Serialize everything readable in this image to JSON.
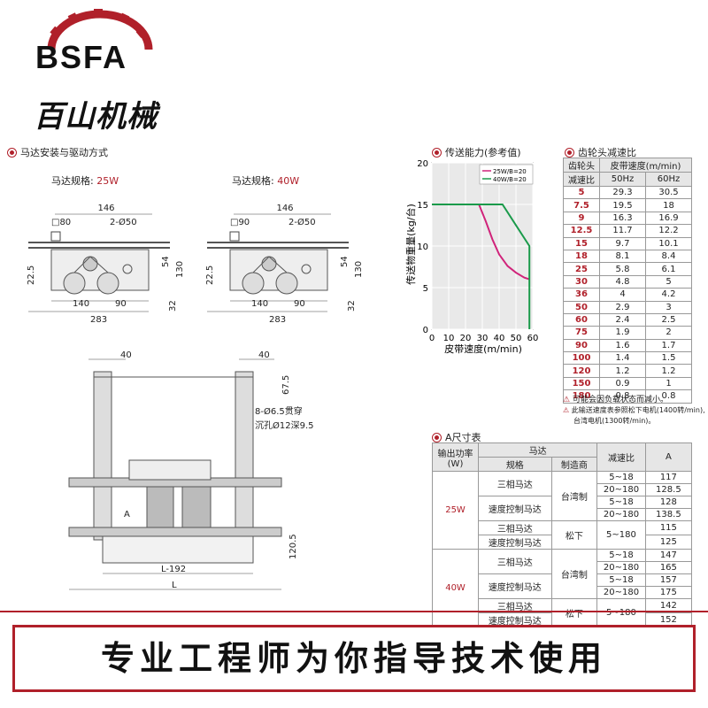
{
  "brand": {
    "name": "BSFA",
    "chinese_name": "百山机械",
    "accent": "#b0202a"
  },
  "section_motor": {
    "title": "马达安装与驱动方式",
    "left": {
      "spec_label": "马达规格:",
      "spec_value": "25W",
      "dims": [
        "146",
        "2-Ø50",
        "□80",
        "22.5",
        "54",
        "130",
        "140",
        "90",
        "283",
        "32"
      ]
    },
    "right": {
      "spec_label": "马达规格:",
      "spec_value": "40W",
      "dims": [
        "146",
        "2-Ø50",
        "□90",
        "22.5",
        "54",
        "130",
        "140",
        "90",
        "283",
        "32"
      ]
    }
  },
  "section_frame": {
    "dims": [
      "40",
      "40",
      "67.5",
      "A",
      "120.5",
      "L-192",
      "L"
    ],
    "hole_note_1": "8-Ø6.5贯穿",
    "hole_note_2": "沉孔Ø12深9.5"
  },
  "section_capacity": {
    "title": "传送能力(参考值)",
    "ylabel": "传送物重量(kg/台)",
    "xlabel": "皮带速度(m/min)",
    "chart_data": {
      "type": "line",
      "xlim": [
        0,
        60
      ],
      "ylim": [
        0,
        20
      ],
      "xticks": [
        "0",
        "10",
        "20",
        "30",
        "40",
        "50",
        "60"
      ],
      "yticks": [
        "0",
        "5",
        "10",
        "15",
        "20"
      ],
      "series": [
        {
          "name": "25W/B=20",
          "color": "#d0237a",
          "points": [
            [
              0,
              15
            ],
            [
              28,
              15
            ],
            [
              32,
              13
            ],
            [
              36,
              10.8
            ],
            [
              40,
              9
            ],
            [
              45,
              7.6
            ],
            [
              50,
              6.8
            ],
            [
              55,
              6.2
            ],
            [
              58,
              6
            ]
          ]
        },
        {
          "name": "40W/B=20",
          "color": "#1a9a4a",
          "points": [
            [
              0,
              15
            ],
            [
              42,
              15
            ],
            [
              58,
              10
            ],
            [
              58,
              0
            ]
          ]
        }
      ]
    }
  },
  "section_ratio": {
    "title": "齿轮头减速比",
    "header_ratio_1": "齿轮头",
    "header_ratio_2": "减速比",
    "header_speed": "皮带速度(m/min)",
    "header_50": "50Hz",
    "header_60": "60Hz",
    "rows": [
      [
        "5",
        "29.3",
        "30.5"
      ],
      [
        "7.5",
        "19.5",
        "18"
      ],
      [
        "9",
        "16.3",
        "16.9"
      ],
      [
        "12.5",
        "11.7",
        "12.2"
      ],
      [
        "15",
        "9.7",
        "10.1"
      ],
      [
        "18",
        "8.1",
        "8.4"
      ],
      [
        "25",
        "5.8",
        "6.1"
      ],
      [
        "30",
        "4.8",
        "5"
      ],
      [
        "36",
        "4",
        "4.2"
      ],
      [
        "50",
        "2.9",
        "3"
      ],
      [
        "60",
        "2.4",
        "2.5"
      ],
      [
        "75",
        "1.9",
        "2"
      ],
      [
        "90",
        "1.6",
        "1.7"
      ],
      [
        "100",
        "1.4",
        "1.5"
      ],
      [
        "120",
        "1.2",
        "1.2"
      ],
      [
        "150",
        "0.9",
        "1"
      ],
      [
        "180",
        "0.8",
        "0.8"
      ]
    ],
    "note_1": "可能会因负载状态而减小。",
    "note_2": "此输送速度表参照松下电机(1400转/min),",
    "note_3": "台湾电机(1300转/min)。"
  },
  "section_adim": {
    "title": "A尺寸表",
    "h_power": "输出功率",
    "h_power_unit": "(W)",
    "h_motor": "马达",
    "h_spec": "规格",
    "h_maker": "制造商",
    "h_ratio": "减速比",
    "h_a": "A",
    "power_25": "25W",
    "power_40": "40W",
    "three_phase": "三相马达",
    "speed_ctrl": "速度控制马达",
    "taiwan": "台湾制",
    "panasonic": "松下",
    "r1": "5~18",
    "r2": "20~180",
    "r3": "5~180",
    "a25": [
      "117",
      "128.5",
      "128",
      "138.5",
      "115",
      "125"
    ],
    "a40": [
      "147",
      "165",
      "157",
      "175",
      "142",
      "152"
    ]
  },
  "banner": {
    "text": "专业工程师为你指导技术使用"
  }
}
